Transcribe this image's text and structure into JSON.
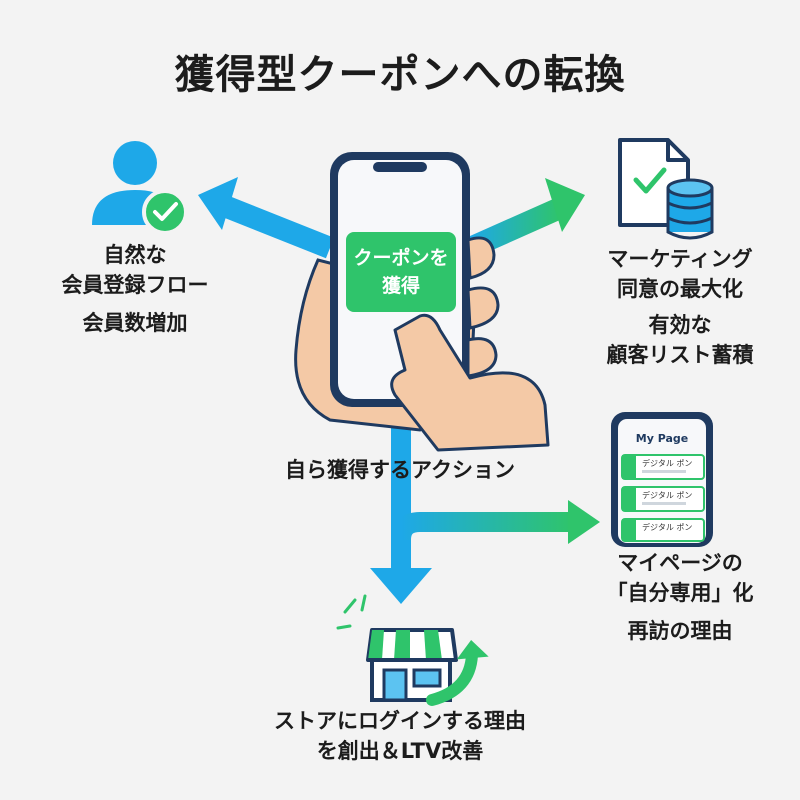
{
  "title": "獲得型クーポンへの転換",
  "phone": {
    "coupon_line1": "クーポンを",
    "coupon_line2": "獲得"
  },
  "center_label": "自ら獲得するアクション",
  "left": {
    "line1": "自然な",
    "line2": "会員登録フロー",
    "line3": "会員数増加"
  },
  "right_top": {
    "line1": "マーケティング",
    "line2": "同意の最大化",
    "line3": "有効な",
    "line4": "顧客リスト蓄積"
  },
  "mypage_screen": {
    "header": "My Page",
    "tickets": [
      "デジタル ポン",
      "デジタル ポン",
      "デジタル ポン"
    ]
  },
  "right_bottom": {
    "line1": "マイページの",
    "line2": "「自分専用」化",
    "line3": "再訪の理由"
  },
  "bottom": {
    "line1": "ストアにログインする理由",
    "line2": "を創出＆LTV改善"
  },
  "icons": [
    "user-check-icon",
    "document-database-icon",
    "store-growth-icon",
    "hand-phone-icon"
  ],
  "colors": {
    "blue": "#1ea8e8",
    "green": "#2fc46b",
    "navy": "#1f3a60",
    "skin": "#f4c9a6"
  }
}
